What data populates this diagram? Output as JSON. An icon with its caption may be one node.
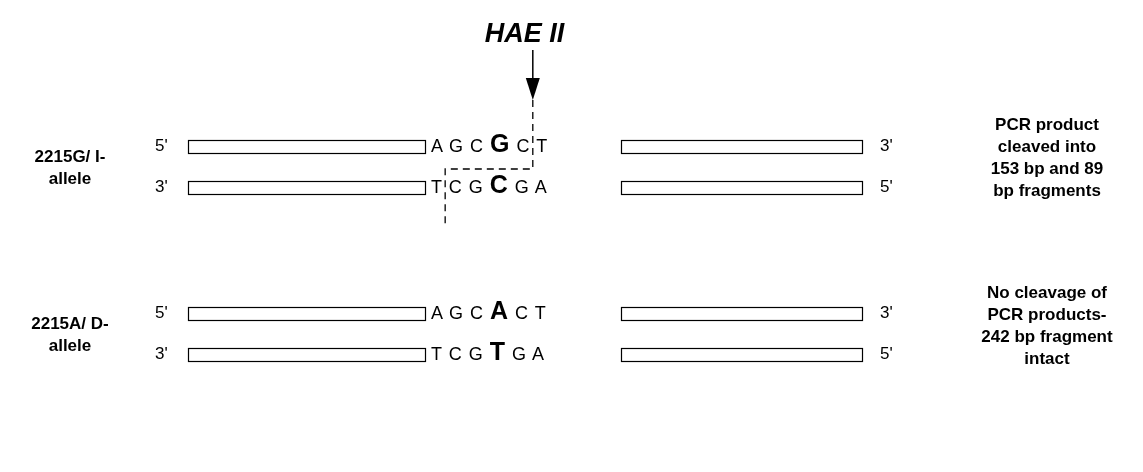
{
  "diagram": {
    "labels": [
      "HAE II",
      "2215G/ I-allele",
      "5'",
      "A G C **G** C T",
      "3'",
      "PCR product cleaved into 153 bp and 89 bp fragments",
      "3'",
      "T C G **C** G A",
      "5'",
      "2215A/ D-allele",
      "5'",
      "A G C **A** C T",
      "3'",
      "No cleavage of PCR products- 242 bp fragment intact",
      "3'",
      "T C G **T** G A",
      "5'"
    ]
  }
}
